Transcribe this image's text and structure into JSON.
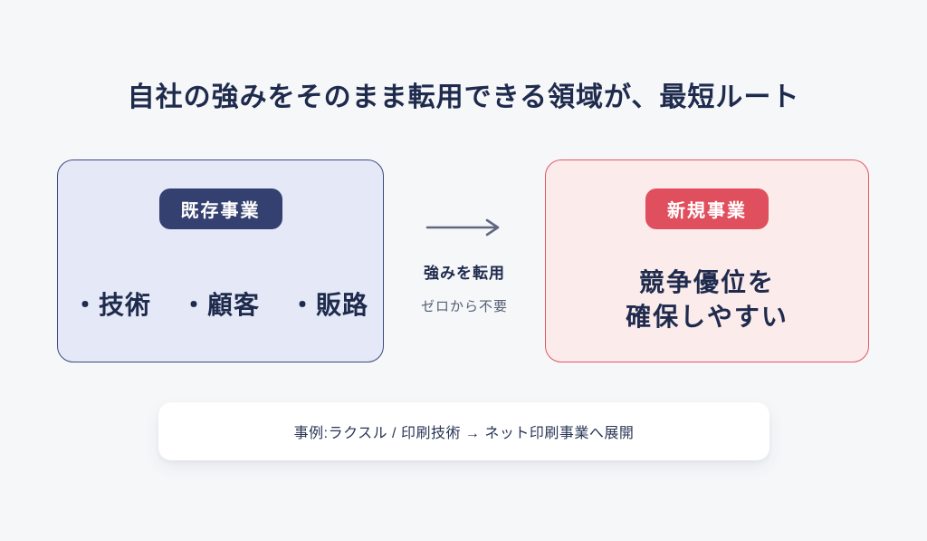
{
  "title": "自社の強みをそのまま転用できる領域が、最短ルート",
  "existing_business": {
    "badge": "既存事業",
    "items": [
      "・技術",
      "・顧客",
      "・販路"
    ]
  },
  "transfer": {
    "label": "強みを転用",
    "sublabel": "ゼロから不要"
  },
  "new_business": {
    "badge": "新規事業",
    "benefit_line1": "競争優位を",
    "benefit_line2": "確保しやすい"
  },
  "footer": {
    "example": "事例:ラクスル / 印刷技術 → ネット印刷事業へ展開"
  },
  "colors": {
    "background": "#f6f7f9",
    "title_text": "#1f2b4d",
    "existing_card_bg": "#e4e8f7",
    "existing_card_border": "#3d4a7d",
    "existing_badge_bg": "#344070",
    "new_card_bg": "#fcebeb",
    "new_card_border": "#e15862",
    "new_badge_bg": "#e04f5e",
    "arrow": "#5f6880",
    "sublabel_text": "#555f73"
  }
}
